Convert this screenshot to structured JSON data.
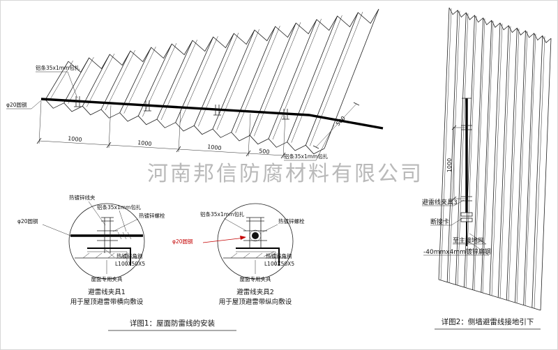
{
  "watermark": "河南邦信防腐材料有限公司",
  "colors": {
    "line": "#1f1f1f",
    "red_accent": "#c40000",
    "watermark_gray": "#8f8f8f"
  },
  "main": {
    "label_al_top": "铝条35x1mm包扎",
    "label_round_steel": "φ20圆钢",
    "label_al_right": "铝条35x1mm包扎",
    "dims": {
      "d1": "1000",
      "d2": "1000",
      "d3": "1000",
      "d4": "500",
      "d5": "500"
    }
  },
  "detail1": {
    "label_wire_clip": "热镀锌线夹",
    "label_al": "铝条35x1mm包扎",
    "label_bolt": "热镀锌螺栓",
    "label_round": "φ20圆钢",
    "label_angle1": "热镀锌角钢",
    "label_angle2": "L100X50X5",
    "label_fixture": "屋面专用夹具",
    "title": "避雷线夹具1",
    "subtitle": "用于屋顶避雷带横向敷设"
  },
  "detail2": {
    "label_al": "铝条35x1mm包扎",
    "label_bolt": "热镀锌螺栓",
    "label_round": "φ20圆钢",
    "label_angle1": "热镀锌角钢",
    "label_angle2": "L100X50X5",
    "label_fixture": "屋面专用夹具",
    "title": "避雷线夹具2",
    "subtitle": "用于屋顶避雷带纵向敷设"
  },
  "wall": {
    "dim": "1000",
    "label_clamp3": "避雷线夹具3",
    "label_disconnect": "断接卡",
    "label_ground": "至主接地网",
    "label_flat_steel": "-40mmx4mm镀锌扁钢"
  },
  "captions": {
    "c1": "详图1：屋面防雷线的安装",
    "c2": "详图2：侧墙避雷线接地引下"
  }
}
